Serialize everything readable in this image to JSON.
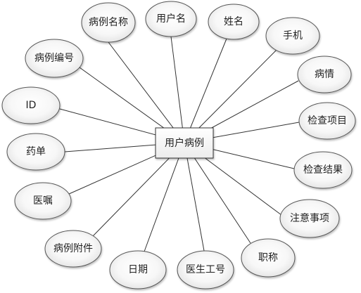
{
  "entity": {
    "label": "用户病例"
  },
  "attributes": [
    {
      "id": "case-name",
      "label": "病例名称"
    },
    {
      "id": "username",
      "label": "用户名"
    },
    {
      "id": "name",
      "label": "姓名"
    },
    {
      "id": "phone",
      "label": "手机"
    },
    {
      "id": "condition",
      "label": "病情"
    },
    {
      "id": "exam-item",
      "label": "检查项目"
    },
    {
      "id": "exam-result",
      "label": "检查结果"
    },
    {
      "id": "notes",
      "label": "注意事项"
    },
    {
      "id": "title",
      "label": "职称"
    },
    {
      "id": "doctor-id",
      "label": "医生工号"
    },
    {
      "id": "date",
      "label": "日期"
    },
    {
      "id": "case-attachment",
      "label": "病例附件"
    },
    {
      "id": "doctor-order",
      "label": "医嘱"
    },
    {
      "id": "prescription",
      "label": "药单"
    },
    {
      "id": "id",
      "label": "ID"
    },
    {
      "id": "case-number",
      "label": "病例编号"
    }
  ]
}
